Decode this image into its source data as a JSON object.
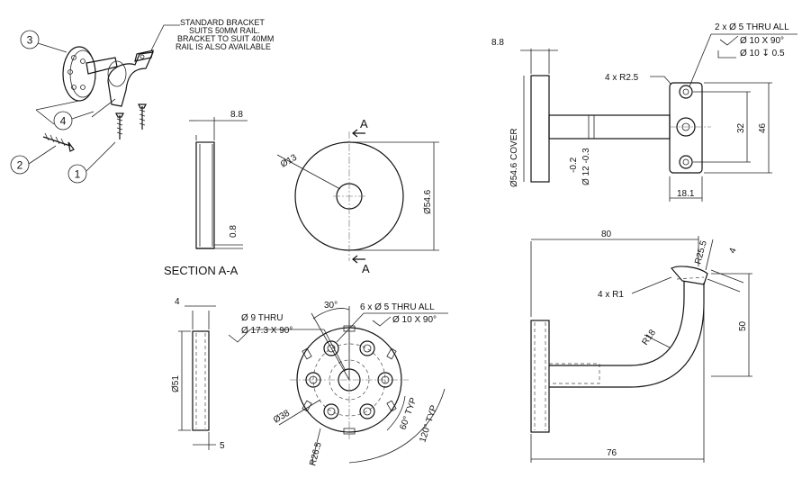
{
  "bracket_note": [
    "STANDARD BRACKET",
    "SUITS 50MM RAIL.",
    "BRACKET TO SUIT 40MM",
    "RAIL IS ALSO AVAILABLE"
  ],
  "balloons": [
    "3",
    "4",
    "2",
    "1"
  ],
  "section_label": "SECTION A-A",
  "section_arrows": [
    "A",
    "A"
  ],
  "cover": {
    "thickness": "8.8",
    "recess": "0.8",
    "hole_dia": "Ø13",
    "outer_dia": "Ø54.6"
  },
  "base": {
    "thickness": "4",
    "dia": "Ø51",
    "bottom": "5",
    "center_hole_1": "Ø 9 THRU",
    "center_hole_2": "Ø 17.3 X 90°",
    "holes_1": "6 x Ø 5 THRU ALL",
    "holes_2": "Ø 10 X 90°",
    "angle_30": "30°",
    "pcd": "Ø38",
    "radius": "R26.5",
    "angle_60": "60° TYP",
    "angle_120": "120° TYP"
  },
  "side": {
    "thickness": "8.8",
    "cover_label": "Ø54.6 COVER",
    "tol_1": "-0.2",
    "tol_2": "Ø 12 -0.3",
    "corner": "4 x R2.5",
    "holes_1": "2 x Ø 5 THRU ALL",
    "holes_2": "Ø 10 X 90°",
    "holes_3": "Ø 10 ↧ 0.5",
    "pitch": "32",
    "height": "46",
    "width": "18.1"
  },
  "bent": {
    "length_top": "80",
    "r25": "R25.5",
    "a4": "4",
    "corner": "4 x R1",
    "r18": "R18",
    "height": "50",
    "length_bottom": "76"
  }
}
